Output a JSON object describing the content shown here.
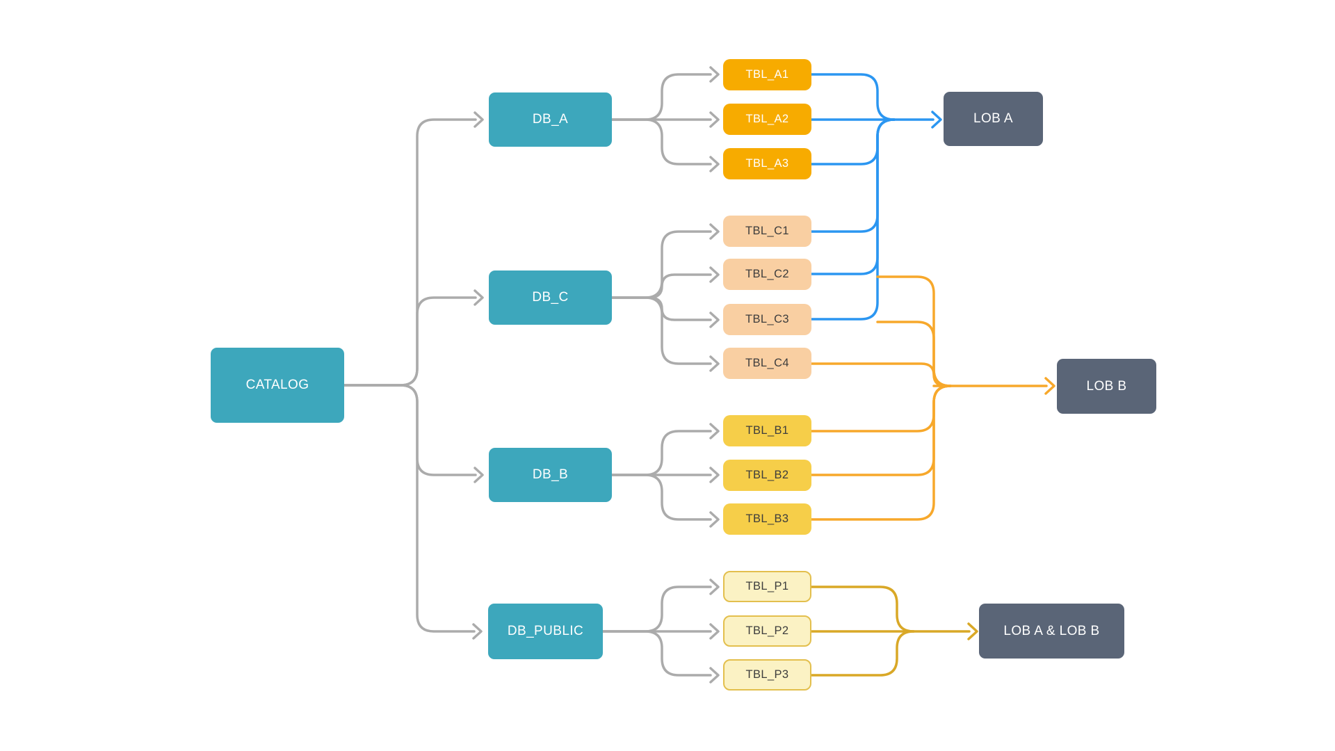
{
  "nodes": {
    "catalog": {
      "label": "CATALOG"
    },
    "db_a": {
      "label": "DB_A"
    },
    "db_c": {
      "label": "DB_C"
    },
    "db_b": {
      "label": "DB_B"
    },
    "db_public": {
      "label": "DB_PUBLIC"
    },
    "tbl_a1": {
      "label": "TBL_A1"
    },
    "tbl_a2": {
      "label": "TBL_A2"
    },
    "tbl_a3": {
      "label": "TBL_A3"
    },
    "tbl_c1": {
      "label": "TBL_C1"
    },
    "tbl_c2": {
      "label": "TBL_C2"
    },
    "tbl_c3": {
      "label": "TBL_C3"
    },
    "tbl_c4": {
      "label": "TBL_C4"
    },
    "tbl_b1": {
      "label": "TBL_B1"
    },
    "tbl_b2": {
      "label": "TBL_B2"
    },
    "tbl_b3": {
      "label": "TBL_B3"
    },
    "tbl_p1": {
      "label": "TBL_P1"
    },
    "tbl_p2": {
      "label": "TBL_P2"
    },
    "tbl_p3": {
      "label": "TBL_P3"
    },
    "lob_a": {
      "label": "LOB A"
    },
    "lob_b": {
      "label": "LOB B"
    },
    "lob_ab": {
      "label": "LOB A & LOB B"
    }
  },
  "edges": [
    {
      "from": "catalog",
      "to": "db_a",
      "color": "gray"
    },
    {
      "from": "catalog",
      "to": "db_c",
      "color": "gray"
    },
    {
      "from": "catalog",
      "to": "db_b",
      "color": "gray"
    },
    {
      "from": "catalog",
      "to": "db_public",
      "color": "gray"
    },
    {
      "from": "db_a",
      "to": "tbl_a1",
      "color": "gray"
    },
    {
      "from": "db_a",
      "to": "tbl_a2",
      "color": "gray"
    },
    {
      "from": "db_a",
      "to": "tbl_a3",
      "color": "gray"
    },
    {
      "from": "db_c",
      "to": "tbl_c1",
      "color": "gray"
    },
    {
      "from": "db_c",
      "to": "tbl_c2",
      "color": "gray"
    },
    {
      "from": "db_c",
      "to": "tbl_c3",
      "color": "gray"
    },
    {
      "from": "db_c",
      "to": "tbl_c4",
      "color": "gray"
    },
    {
      "from": "db_b",
      "to": "tbl_b1",
      "color": "gray"
    },
    {
      "from": "db_b",
      "to": "tbl_b2",
      "color": "gray"
    },
    {
      "from": "db_b",
      "to": "tbl_b3",
      "color": "gray"
    },
    {
      "from": "db_public",
      "to": "tbl_p1",
      "color": "gray"
    },
    {
      "from": "db_public",
      "to": "tbl_p2",
      "color": "gray"
    },
    {
      "from": "db_public",
      "to": "tbl_p3",
      "color": "gray"
    },
    {
      "from": "tbl_a1",
      "to": "lob_a",
      "color": "blue"
    },
    {
      "from": "tbl_a2",
      "to": "lob_a",
      "color": "blue"
    },
    {
      "from": "tbl_a3",
      "to": "lob_a",
      "color": "blue"
    },
    {
      "from": "tbl_c1",
      "to": "lob_a",
      "color": "blue"
    },
    {
      "from": "tbl_c2",
      "to": "lob_a",
      "color": "blue"
    },
    {
      "from": "tbl_c3",
      "to": "lob_a",
      "color": "blue"
    },
    {
      "from": "tbl_c2",
      "to": "lob_b",
      "color": "orange"
    },
    {
      "from": "tbl_c3",
      "to": "lob_b",
      "color": "orange"
    },
    {
      "from": "tbl_c4",
      "to": "lob_b",
      "color": "orange"
    },
    {
      "from": "tbl_b1",
      "to": "lob_b",
      "color": "orange"
    },
    {
      "from": "tbl_b2",
      "to": "lob_b",
      "color": "orange"
    },
    {
      "from": "tbl_b3",
      "to": "lob_b",
      "color": "orange"
    },
    {
      "from": "tbl_p1",
      "to": "lob_ab",
      "color": "gold"
    },
    {
      "from": "tbl_p2",
      "to": "lob_ab",
      "color": "gold"
    },
    {
      "from": "tbl_p3",
      "to": "lob_ab",
      "color": "gold"
    }
  ],
  "colors": {
    "background": "#FFFFFF",
    "teal": "#3DA7BC",
    "amber": "#F7AB00",
    "peach": "#F9CFA2",
    "yellow": "#F6CE49",
    "pale_yellow": "#FBF2C4",
    "pale_border": "#E3BF4D",
    "slate": "#5A6577",
    "gray_line": "#ABABAB",
    "blue_line": "#2B96F1",
    "orange_line": "#F7A82B",
    "gold_line": "#D9A827"
  }
}
